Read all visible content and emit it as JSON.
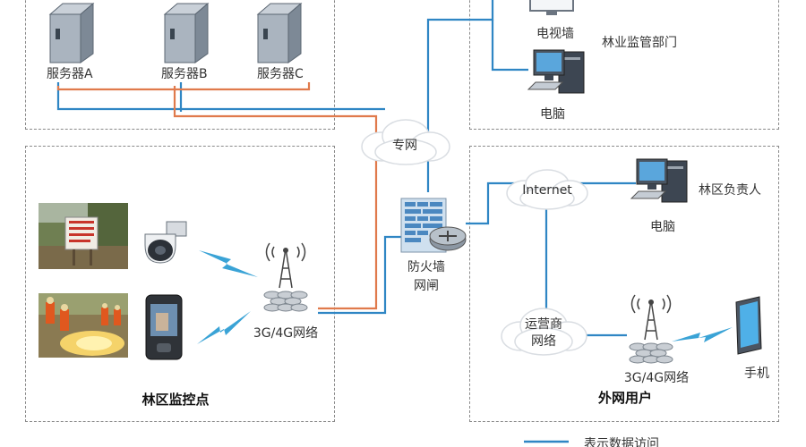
{
  "servers": {
    "a": "服务器A",
    "b": "服务器B",
    "c": "服务器C"
  },
  "dept": {
    "tv": "电视墙",
    "pc": "电脑",
    "name": "林业监管部门"
  },
  "network": {
    "private": "专网",
    "internet": "Internet",
    "carrier": "运营商\n网络",
    "firewall_line1": "防火墙",
    "firewall_line2": "网闸"
  },
  "forest": {
    "cell_label": "3G/4G网络",
    "title": "林区监控点"
  },
  "external": {
    "manager_pc": "电脑",
    "manager": "林区负责人",
    "cell_label": "3G/4G网络",
    "phone": "手机",
    "title": "外网用户"
  },
  "legend": {
    "data_access": "表示数据访问"
  },
  "colors": {
    "blue_link": "#2f86c4",
    "orange_link": "#e07a4c",
    "wireless": "#3aa3d6"
  }
}
